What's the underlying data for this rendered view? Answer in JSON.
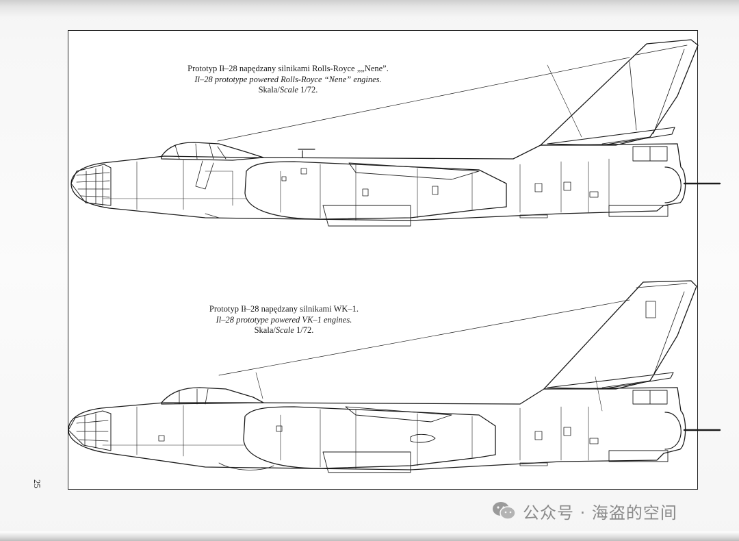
{
  "page_number": "25",
  "drawings": [
    {
      "caption_pl": "Prototyp Ił–28 napędzany silnikami Rolls-Royce „„Nene”.",
      "caption_en": "Il–28 prototype powered Rolls-Royce “Nene” engines.",
      "scale_pl": "Skala/",
      "scale_en": "Scale",
      "scale_value": " 1/72."
    },
    {
      "caption_pl": "Prototyp Ił–28 napędzany silnikami WK–1.",
      "caption_en": "Il–28 prototype powered VK–1 engines.",
      "scale_pl": "Skala/",
      "scale_en": "Scale",
      "scale_value": " 1/72."
    }
  ],
  "watermark": {
    "text": "公众号 · 海盗的空间",
    "icon": "wechat-icon"
  }
}
